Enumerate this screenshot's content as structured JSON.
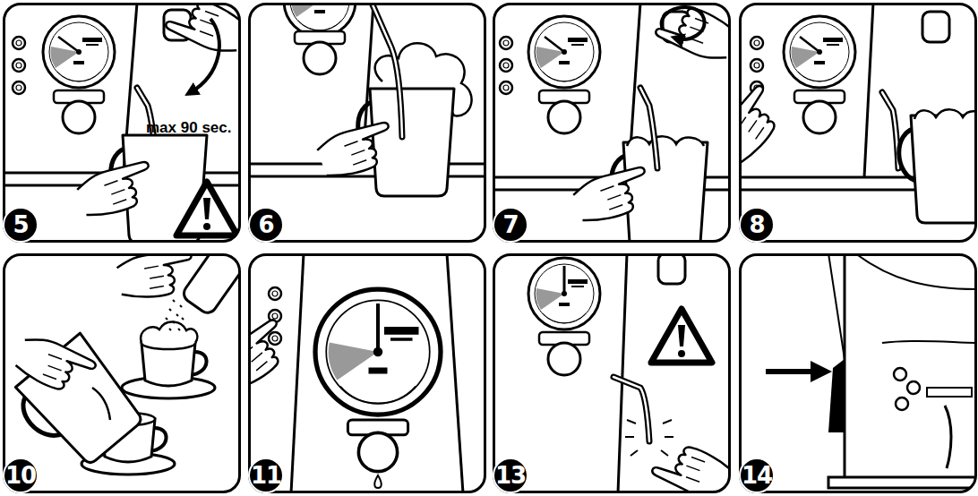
{
  "diagram": {
    "nodes": [
      {
        "text": [
          "5"
        ]
      },
      {
        "text": [
          "6"
        ]
      },
      {
        "text": [
          "7"
        ]
      },
      {
        "text": [
          "8"
        ]
      },
      {
        "text": [
          "10"
        ]
      },
      {
        "text": [
          "11"
        ]
      },
      {
        "text": [
          "13"
        ]
      },
      {
        "text": [
          "14"
        ]
      }
    ],
    "labels": [
      "max 90 sec."
    ]
  }
}
